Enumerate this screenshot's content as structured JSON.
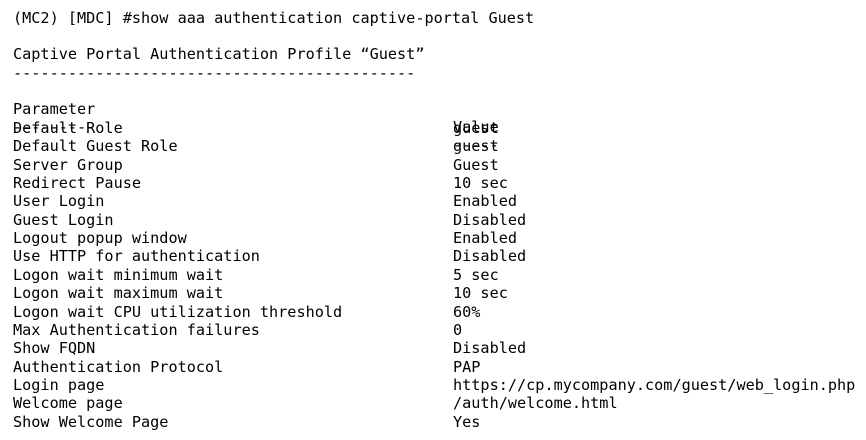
{
  "command": "(MC2) [MDC] #show aaa authentication captive-portal Guest",
  "profile_title": "Captive Portal Authentication Profile “Guest”",
  "title_rule": "--------------------------------------------",
  "header": {
    "parameter": "Parameter",
    "value": "Value",
    "parameter_rule": "---------",
    "value_rule": "-----"
  },
  "rows": [
    {
      "parameter": "Default Role",
      "value": "guest"
    },
    {
      "parameter": "Default Guest Role",
      "value": "guest"
    },
    {
      "parameter": "Server Group",
      "value": "Guest"
    },
    {
      "parameter": "Redirect Pause",
      "value": "10 sec"
    },
    {
      "parameter": "User Login",
      "value": "Enabled"
    },
    {
      "parameter": "Guest Login",
      "value": "Disabled"
    },
    {
      "parameter": "Logout popup window",
      "value": "Enabled"
    },
    {
      "parameter": "Use HTTP for authentication",
      "value": "Disabled"
    },
    {
      "parameter": "Logon wait minimum wait",
      "value": "5 sec"
    },
    {
      "parameter": "Logon wait maximum wait",
      "value": "10 sec"
    },
    {
      "parameter": "Logon wait CPU utilization threshold",
      "value": "60%"
    },
    {
      "parameter": "Max Authentication failures",
      "value": "0"
    },
    {
      "parameter": "Show FQDN",
      "value": "Disabled"
    },
    {
      "parameter": "Authentication Protocol",
      "value": "PAP"
    },
    {
      "parameter": "Login page",
      "value": "https://cp.mycompany.com/guest/web_login.php"
    },
    {
      "parameter": "Welcome page",
      "value": "/auth/welcome.html"
    },
    {
      "parameter": "Show Welcome Page",
      "value": "Yes"
    }
  ]
}
